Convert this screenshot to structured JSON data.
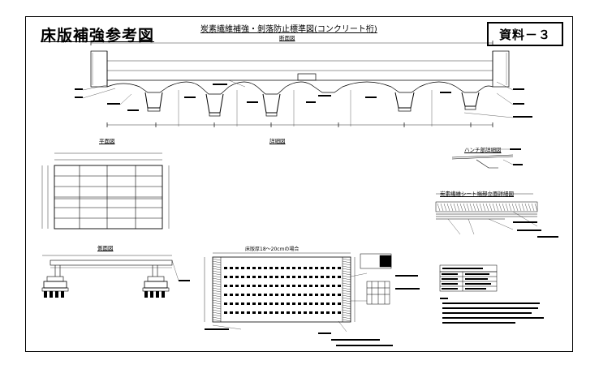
{
  "header": {
    "main_title": "床版補強参考図",
    "drawing_title": "炭素繊維補強・剝落防止標準図(コンクリート桁)",
    "doc_ref": "資料－３"
  },
  "views": {
    "cross_section": "断面図",
    "plan": "平面図",
    "detail": "詳細図",
    "side": "側面図",
    "half_detail": "ハンチ部詳細図",
    "sheet_joint": "炭素繊維シート端部立面詳細図",
    "grid_note": "床版厚18～20cmの場合"
  },
  "icons": [
    "section-dimension-icon",
    "pier-icon",
    "hatch-pattern-icon"
  ],
  "colors": {
    "line": "#000000",
    "paper": "#ffffff"
  }
}
